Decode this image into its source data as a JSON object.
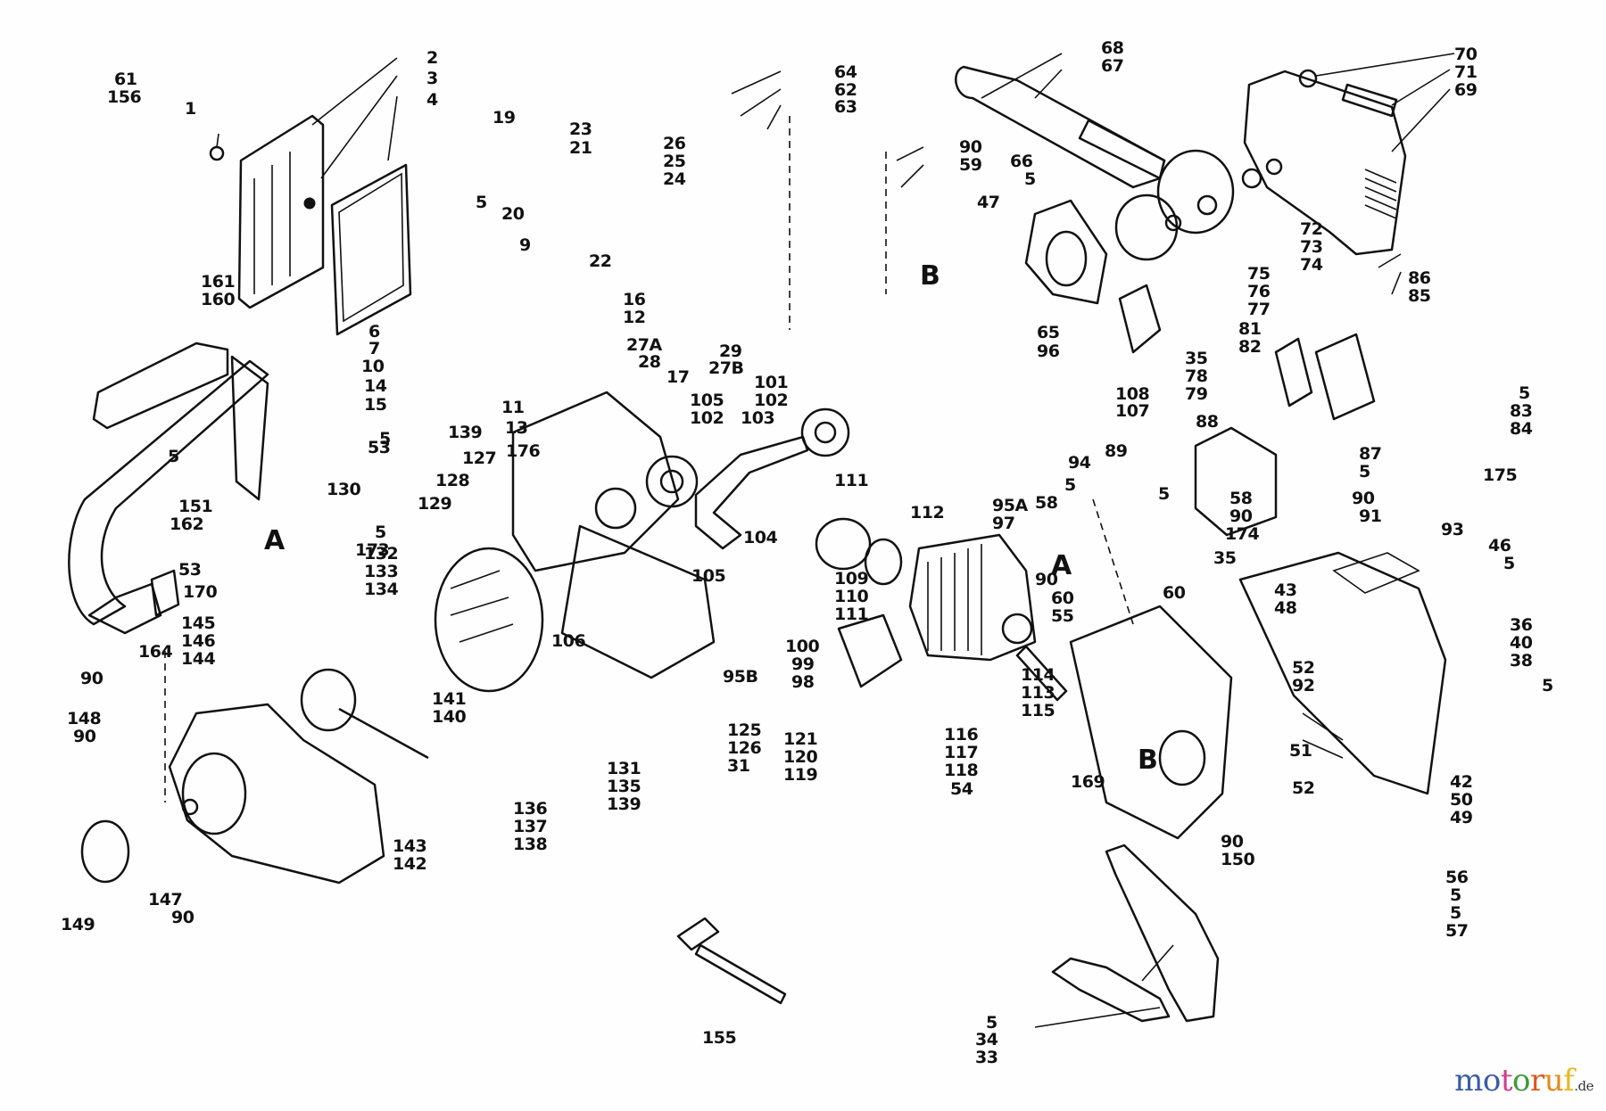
{
  "title": "Chainsaw exploded parts diagram",
  "assembly_markers": [
    "A",
    "B",
    "A",
    "B"
  ],
  "part_labels": [
    {
      "id": "l1",
      "text": "1"
    },
    {
      "id": "l2",
      "text": "2"
    },
    {
      "id": "l3",
      "text": "3"
    },
    {
      "id": "l4",
      "text": "4"
    },
    {
      "id": "l5a",
      "text": "5"
    },
    {
      "id": "l6",
      "text": "6"
    },
    {
      "id": "l7",
      "text": "7"
    },
    {
      "id": "l10",
      "text": "10"
    },
    {
      "id": "l9",
      "text": "9"
    },
    {
      "id": "l16",
      "text": "16"
    },
    {
      "id": "l12",
      "text": "12"
    },
    {
      "id": "l14",
      "text": "14"
    },
    {
      "id": "l15",
      "text": "15"
    },
    {
      "id": "l139a",
      "text": "139"
    },
    {
      "id": "l11",
      "text": "11"
    },
    {
      "id": "l13",
      "text": "13"
    },
    {
      "id": "l17",
      "text": "17"
    },
    {
      "id": "l19",
      "text": "19"
    },
    {
      "id": "l20",
      "text": "20"
    },
    {
      "id": "l23",
      "text": "23"
    },
    {
      "id": "l21",
      "text": "21"
    },
    {
      "id": "l22",
      "text": "22"
    },
    {
      "id": "l26",
      "text": "26"
    },
    {
      "id": "l25",
      "text": "25"
    },
    {
      "id": "l24",
      "text": "24"
    },
    {
      "id": "l27A",
      "text": "27A"
    },
    {
      "id": "l28",
      "text": "28"
    },
    {
      "id": "l29",
      "text": "29"
    },
    {
      "id": "l27B",
      "text": "27B"
    },
    {
      "id": "l64",
      "text": "64"
    },
    {
      "id": "l62",
      "text": "62"
    },
    {
      "id": "l63",
      "text": "63"
    },
    {
      "id": "l90a",
      "text": "90"
    },
    {
      "id": "l59",
      "text": "59"
    },
    {
      "id": "l47",
      "text": "47"
    },
    {
      "id": "l68",
      "text": "68"
    },
    {
      "id": "l67",
      "text": "67"
    },
    {
      "id": "l66",
      "text": "66"
    },
    {
      "id": "l5b",
      "text": "5"
    },
    {
      "id": "l65",
      "text": "65"
    },
    {
      "id": "l96",
      "text": "96"
    },
    {
      "id": "l70",
      "text": "70"
    },
    {
      "id": "l71",
      "text": "71"
    },
    {
      "id": "l69",
      "text": "69"
    },
    {
      "id": "l72",
      "text": "72"
    },
    {
      "id": "l73",
      "text": "73"
    },
    {
      "id": "l74",
      "text": "74"
    },
    {
      "id": "l75",
      "text": "75"
    },
    {
      "id": "l76",
      "text": "76"
    },
    {
      "id": "l77",
      "text": "77"
    },
    {
      "id": "l35a",
      "text": "35"
    },
    {
      "id": "l78",
      "text": "78"
    },
    {
      "id": "l79",
      "text": "79"
    },
    {
      "id": "l108",
      "text": "108"
    },
    {
      "id": "l107",
      "text": "107"
    },
    {
      "id": "l86",
      "text": "86"
    },
    {
      "id": "l85",
      "text": "85"
    },
    {
      "id": "l81",
      "text": "81"
    },
    {
      "id": "l82",
      "text": "82"
    },
    {
      "id": "l5c",
      "text": "5"
    },
    {
      "id": "l83",
      "text": "83"
    },
    {
      "id": "l84",
      "text": "84"
    },
    {
      "id": "l88",
      "text": "88"
    },
    {
      "id": "l87",
      "text": "87"
    },
    {
      "id": "l5d",
      "text": "5"
    },
    {
      "id": "l175",
      "text": "175"
    },
    {
      "id": "l89",
      "text": "89"
    },
    {
      "id": "l94",
      "text": "94"
    },
    {
      "id": "l95A",
      "text": "95A"
    },
    {
      "id": "l97",
      "text": "97"
    },
    {
      "id": "l61",
      "text": "61"
    },
    {
      "id": "l156",
      "text": "156"
    },
    {
      "id": "l161",
      "text": "161"
    },
    {
      "id": "l160",
      "text": "160"
    },
    {
      "id": "l5e",
      "text": "5"
    },
    {
      "id": "l53a",
      "text": "53"
    },
    {
      "id": "l5f",
      "text": "5"
    },
    {
      "id": "l151",
      "text": "151"
    },
    {
      "id": "l162",
      "text": "162"
    },
    {
      "id": "l130",
      "text": "130"
    },
    {
      "id": "l5g",
      "text": "5"
    },
    {
      "id": "l173",
      "text": "173"
    },
    {
      "id": "l53b",
      "text": "53"
    },
    {
      "id": "l170",
      "text": "170"
    },
    {
      "id": "l164",
      "text": "164"
    },
    {
      "id": "l90b",
      "text": "90"
    },
    {
      "id": "l127",
      "text": "127"
    },
    {
      "id": "l176",
      "text": "176"
    },
    {
      "id": "l128",
      "text": "128"
    },
    {
      "id": "l129",
      "text": "129"
    },
    {
      "id": "l105a",
      "text": "105"
    },
    {
      "id": "l102a",
      "text": "102"
    },
    {
      "id": "l103",
      "text": "103"
    },
    {
      "id": "l101",
      "text": "101"
    },
    {
      "id": "l102b",
      "text": "102"
    },
    {
      "id": "l104",
      "text": "104"
    },
    {
      "id": "l105b",
      "text": "105"
    },
    {
      "id": "l106",
      "text": "106"
    },
    {
      "id": "l111a",
      "text": "111"
    },
    {
      "id": "l112",
      "text": "112"
    },
    {
      "id": "l109",
      "text": "109"
    },
    {
      "id": "l110",
      "text": "110"
    },
    {
      "id": "l111b",
      "text": "111"
    },
    {
      "id": "l100",
      "text": "100"
    },
    {
      "id": "l99",
      "text": "99"
    },
    {
      "id": "l98",
      "text": "98"
    },
    {
      "id": "l132",
      "text": "132"
    },
    {
      "id": "l133",
      "text": "133"
    },
    {
      "id": "l134",
      "text": "134"
    },
    {
      "id": "l145",
      "text": "145"
    },
    {
      "id": "l146",
      "text": "146"
    },
    {
      "id": "l144",
      "text": "144"
    },
    {
      "id": "l141",
      "text": "141"
    },
    {
      "id": "l140",
      "text": "140"
    },
    {
      "id": "l95B",
      "text": "95B"
    },
    {
      "id": "l125",
      "text": "125"
    },
    {
      "id": "l126",
      "text": "126"
    },
    {
      "id": "l31",
      "text": "31"
    },
    {
      "id": "l121",
      "text": "121"
    },
    {
      "id": "l120",
      "text": "120"
    },
    {
      "id": "l119",
      "text": "119"
    },
    {
      "id": "l131",
      "text": "131"
    },
    {
      "id": "l135",
      "text": "135"
    },
    {
      "id": "l139b",
      "text": "139"
    },
    {
      "id": "l136",
      "text": "136"
    },
    {
      "id": "l137",
      "text": "137"
    },
    {
      "id": "l138",
      "text": "138"
    },
    {
      "id": "l148",
      "text": "148"
    },
    {
      "id": "l90c",
      "text": "90"
    },
    {
      "id": "l143",
      "text": "143"
    },
    {
      "id": "l142",
      "text": "142"
    },
    {
      "id": "l147",
      "text": "147"
    },
    {
      "id": "l90d",
      "text": "90"
    },
    {
      "id": "l149",
      "text": "149"
    },
    {
      "id": "l155",
      "text": "155"
    },
    {
      "id": "l114",
      "text": "114"
    },
    {
      "id": "l113",
      "text": "113"
    },
    {
      "id": "l115",
      "text": "115"
    },
    {
      "id": "l116",
      "text": "116"
    },
    {
      "id": "l117",
      "text": "117"
    },
    {
      "id": "l118",
      "text": "118"
    },
    {
      "id": "l54",
      "text": "54"
    },
    {
      "id": "l5h",
      "text": "5"
    },
    {
      "id": "l58a",
      "text": "58"
    },
    {
      "id": "l5i",
      "text": "5"
    },
    {
      "id": "l58b",
      "text": "58"
    },
    {
      "id": "l90e",
      "text": "90"
    },
    {
      "id": "l174",
      "text": "174"
    },
    {
      "id": "l35b",
      "text": "35"
    },
    {
      "id": "l90f",
      "text": "90"
    },
    {
      "id": "l91",
      "text": "91"
    },
    {
      "id": "l93",
      "text": "93"
    },
    {
      "id": "l46",
      "text": "46"
    },
    {
      "id": "l5j",
      "text": "5"
    },
    {
      "id": "l90g",
      "text": "90"
    },
    {
      "id": "l60a",
      "text": "60"
    },
    {
      "id": "l55",
      "text": "55"
    },
    {
      "id": "l60b",
      "text": "60"
    },
    {
      "id": "l43",
      "text": "43"
    },
    {
      "id": "l48",
      "text": "48"
    },
    {
      "id": "l36",
      "text": "36"
    },
    {
      "id": "l40",
      "text": "40"
    },
    {
      "id": "l38",
      "text": "38"
    },
    {
      "id": "l5k",
      "text": "5"
    },
    {
      "id": "l52a",
      "text": "52"
    },
    {
      "id": "l92",
      "text": "92"
    },
    {
      "id": "l51",
      "text": "51"
    },
    {
      "id": "l52b",
      "text": "52"
    },
    {
      "id": "l169",
      "text": "169"
    },
    {
      "id": "l90h",
      "text": "90"
    },
    {
      "id": "l150",
      "text": "150"
    },
    {
      "id": "l42",
      "text": "42"
    },
    {
      "id": "l50",
      "text": "50"
    },
    {
      "id": "l49",
      "text": "49"
    },
    {
      "id": "l56",
      "text": "56"
    },
    {
      "id": "l5l",
      "text": "5"
    },
    {
      "id": "l5m",
      "text": "5"
    },
    {
      "id": "l57",
      "text": "57"
    },
    {
      "id": "l5n",
      "text": "5"
    },
    {
      "id": "l34",
      "text": "34"
    },
    {
      "id": "l33",
      "text": "33"
    }
  ],
  "logo": {
    "letters": [
      {
        "ch": "m",
        "color": "#3a5ba8"
      },
      {
        "ch": "o",
        "color": "#3a5ba8"
      },
      {
        "ch": "t",
        "color": "#d23c8e"
      },
      {
        "ch": "o",
        "color": "#3f9a3a"
      },
      {
        "ch": "r",
        "color": "#e0551f"
      },
      {
        "ch": "u",
        "color": "#e58a1c"
      },
      {
        "ch": "f",
        "color": "#e8b820"
      }
    ],
    "tld": ".de"
  }
}
